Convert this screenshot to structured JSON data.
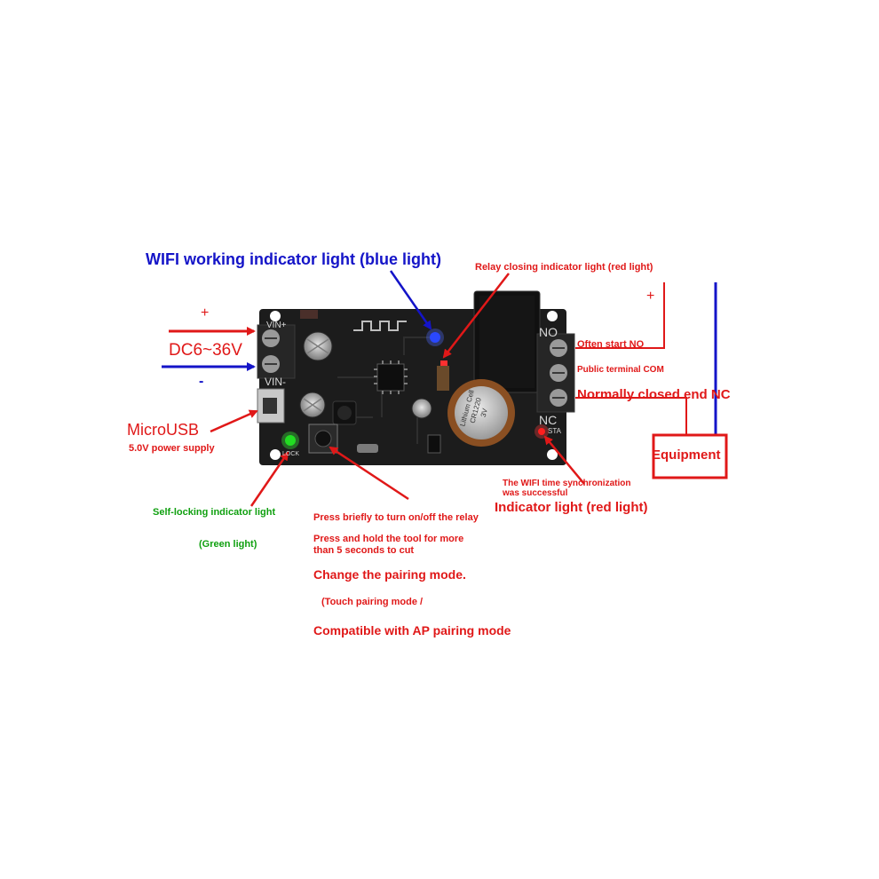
{
  "colors": {
    "blue": "#1414c8",
    "red": "#e01818",
    "green": "#10a010",
    "board": "#1c1c1c",
    "relay": "#101010",
    "terminal": "#262626"
  },
  "labels": {
    "wifi_indicator": "WIFI working indicator light (blue light)",
    "relay_indicator": "Relay closing indicator light (red light)",
    "plus_left": "+",
    "dc_range": "DC6~36V",
    "minus_left": "-",
    "micro_usb": "MicroUSB",
    "power_supply": "5.0V power supply",
    "self_lock": "Self-locking indicator light",
    "green_light": "(Green light)",
    "press_briefly": "Press briefly to turn on/off the relay",
    "press_hold_1": "Press and hold the tool for more",
    "press_hold_2": "than 5 seconds to cut",
    "change_mode": "Change the pairing mode.",
    "touch_mode": "(Touch pairing mode /",
    "ap_mode": "Compatible with AP pairing mode",
    "often_start": "Often start NO",
    "public_terminal": "Public terminal COM",
    "normally_closed": "Normally closed end NC",
    "plus_right": "+",
    "equipment": "Equipment",
    "sync_1": "The WIFI time synchronization",
    "sync_2": "was successful",
    "indicator_red": "Indicator light (red light)"
  },
  "silkscreen": {
    "vin_plus": "VIN+",
    "vin_minus": "VIN-",
    "no": "NO",
    "nc": "NC",
    "sta": "STA",
    "lock": "LOCK",
    "cell_1": "Lithium Cell",
    "cell_2": "CR1220",
    "cell_3": "3V"
  }
}
